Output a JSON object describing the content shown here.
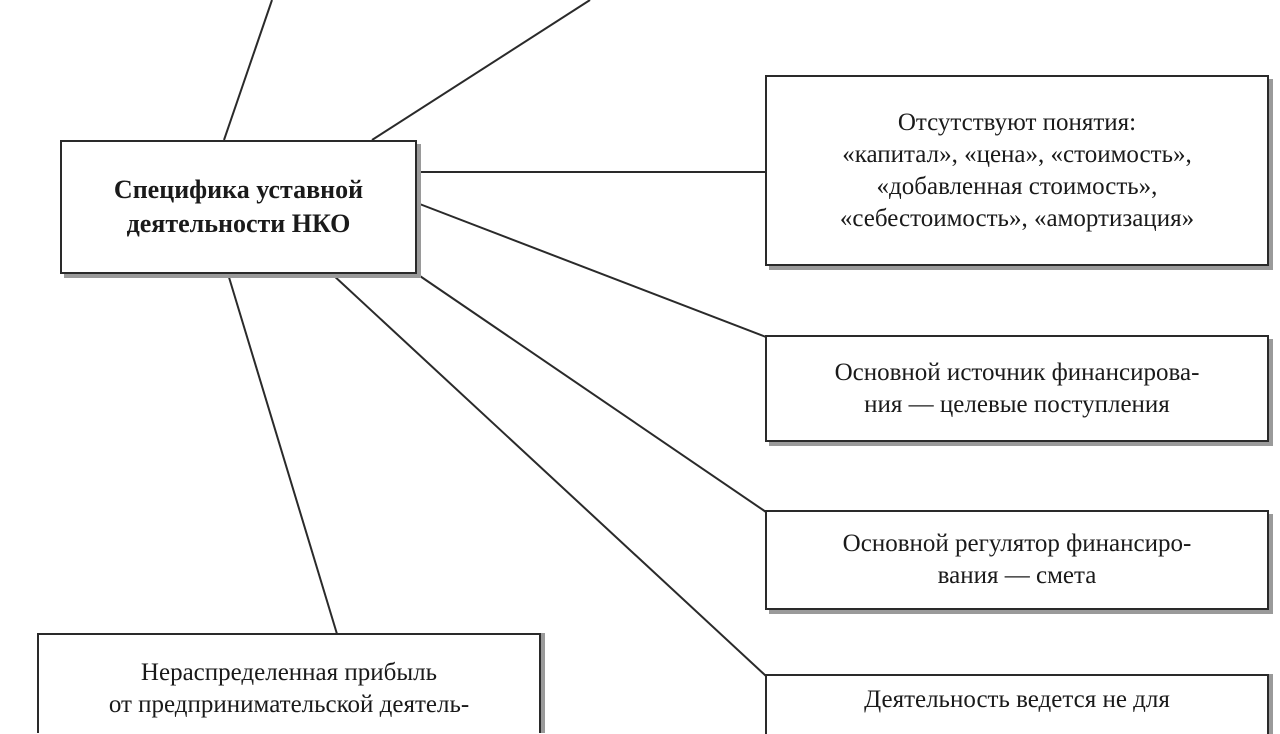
{
  "center": {
    "label": "Специфика уставной\nдеятельности НКО"
  },
  "boxes": {
    "concepts": "Отсутствуют понятия:\n«капитал», «цена», «стоимость»,\n«добавленная стоимость»,\n«себестоимость», «амортизация»",
    "funding_source": "Основной источник финансирова-\nния — целевые поступления",
    "funding_regulator": "Основной регулятор финансиро-\nвания — смета",
    "activity": "Деятельность ведется не для",
    "profit": "Нераспределенная прибыль\nот предпринимательской деятель-"
  },
  "colors": {
    "border": "#2a2a2a",
    "shadow": "#9a9a9a",
    "background": "#ffffff"
  }
}
